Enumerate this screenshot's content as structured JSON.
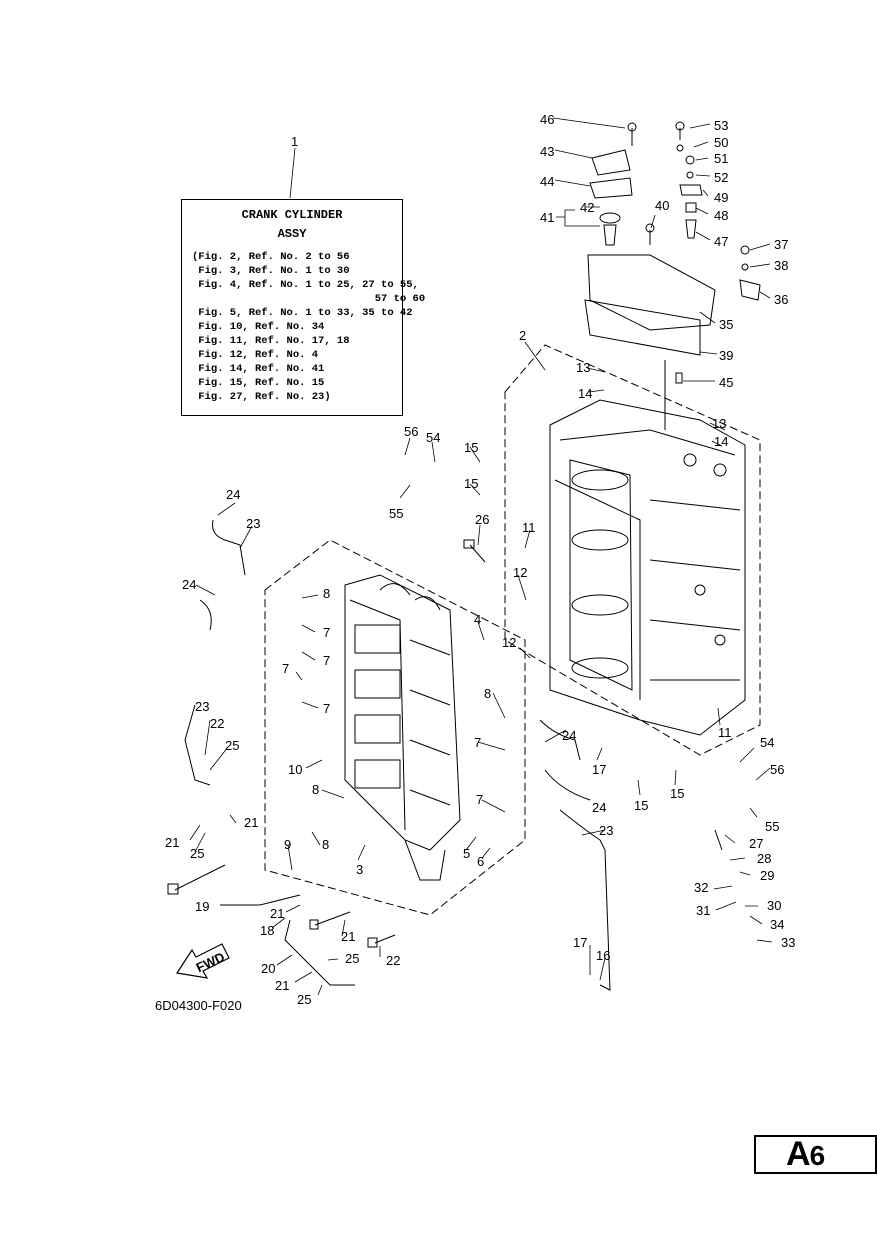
{
  "assembly_box": {
    "callout": "1",
    "title_line1": "CRANK CYLINDER",
    "title_line2": "ASSY",
    "lines": [
      "(Fig. 2, Ref. No. 2 to 56",
      " Fig. 3, Ref. No. 1 to 30",
      " Fig. 4, Ref. No. 1 to 25, 27 to 55,",
      "                             57 to 60",
      " Fig. 5, Ref. No. 1 to 33, 35 to 42",
      " Fig. 10, Ref. No. 34",
      " Fig. 11, Ref. No. 17, 18",
      " Fig. 12, Ref. No. 4",
      " Fig. 14, Ref. No. 41",
      " Fig. 15, Ref. No. 15",
      " Fig. 27, Ref. No. 23)"
    ]
  },
  "callouts": [
    {
      "label": "46"
    },
    {
      "label": "43"
    },
    {
      "label": "44"
    },
    {
      "label": "41"
    },
    {
      "label": "42"
    },
    {
      "label": "40"
    },
    {
      "label": "53"
    },
    {
      "label": "50"
    },
    {
      "label": "51"
    },
    {
      "label": "52"
    },
    {
      "label": "49"
    },
    {
      "label": "48"
    },
    {
      "label": "47"
    },
    {
      "label": "37"
    },
    {
      "label": "38"
    },
    {
      "label": "36"
    },
    {
      "label": "35"
    },
    {
      "label": "39"
    },
    {
      "label": "45"
    },
    {
      "label": "2"
    },
    {
      "label": "13"
    },
    {
      "label": "14"
    },
    {
      "label": "13"
    },
    {
      "label": "14"
    },
    {
      "label": "56"
    },
    {
      "label": "54"
    },
    {
      "label": "55"
    },
    {
      "label": "15"
    },
    {
      "label": "15"
    },
    {
      "label": "26"
    },
    {
      "label": "11"
    },
    {
      "label": "12"
    },
    {
      "label": "24"
    },
    {
      "label": "23"
    },
    {
      "label": "8"
    },
    {
      "label": "24"
    },
    {
      "label": "7"
    },
    {
      "label": "7"
    },
    {
      "label": "7"
    },
    {
      "label": "7"
    },
    {
      "label": "4"
    },
    {
      "label": "12"
    },
    {
      "label": "8"
    },
    {
      "label": "11"
    },
    {
      "label": "23"
    },
    {
      "label": "22"
    },
    {
      "label": "25"
    },
    {
      "label": "7"
    },
    {
      "label": "24"
    },
    {
      "label": "17"
    },
    {
      "label": "54"
    },
    {
      "label": "56"
    },
    {
      "label": "10"
    },
    {
      "label": "8"
    },
    {
      "label": "7"
    },
    {
      "label": "24"
    },
    {
      "label": "15"
    },
    {
      "label": "15"
    },
    {
      "label": "21"
    },
    {
      "label": "21"
    },
    {
      "label": "25"
    },
    {
      "label": "9"
    },
    {
      "label": "8"
    },
    {
      "label": "3"
    },
    {
      "label": "5"
    },
    {
      "label": "6"
    },
    {
      "label": "23"
    },
    {
      "label": "55"
    },
    {
      "label": "27"
    },
    {
      "label": "28"
    },
    {
      "label": "29"
    },
    {
      "label": "32"
    },
    {
      "label": "31"
    },
    {
      "label": "30"
    },
    {
      "label": "34"
    },
    {
      "label": "33"
    },
    {
      "label": "19"
    },
    {
      "label": "21"
    },
    {
      "label": "18"
    },
    {
      "label": "21"
    },
    {
      "label": "25"
    },
    {
      "label": "22"
    },
    {
      "label": "20"
    },
    {
      "label": "21"
    },
    {
      "label": "25"
    },
    {
      "label": "17"
    },
    {
      "label": "16"
    }
  ],
  "fwd_label": "FWD",
  "diagram_code": "6D04300-F020",
  "page_badge": {
    "letter": "A",
    "number": "6"
  }
}
